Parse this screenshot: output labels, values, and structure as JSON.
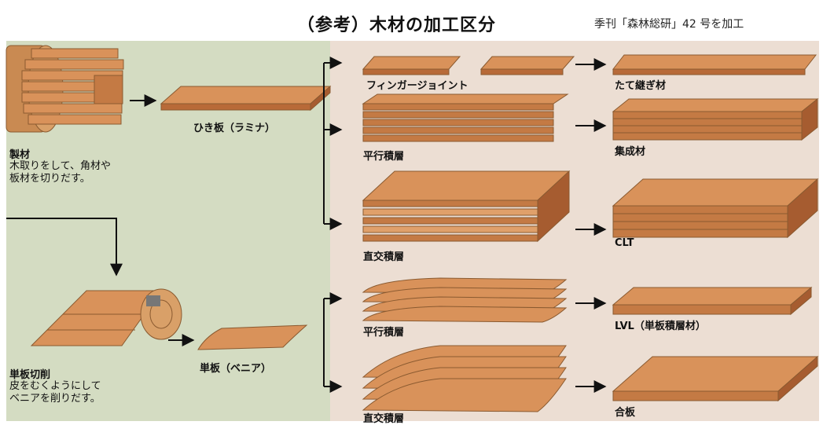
{
  "header": {
    "title": "（参考）木材の加工区分",
    "source": "季刊「森林総研」42 号を加工"
  },
  "left": {
    "sawing": {
      "name": "製材",
      "desc_line1": "木取りをして、角材や",
      "desc_line2": "板材を切りだす。"
    },
    "lamina_label": "ひき板（ラミナ）",
    "peeling": {
      "name": "単板切削",
      "desc_line1": "皮をむくようにして",
      "desc_line2": "ベニアを削りだす。"
    },
    "veneer_label": "単板（ベニア）"
  },
  "right": {
    "finger_joint": "フィンガージョイント",
    "end_jointed": "たて継ぎ材",
    "parallel_lamination_1": "平行積層",
    "glulam": "集成材",
    "cross_lamination_1": "直交積層",
    "clt": "CLT",
    "parallel_lamination_2": "平行積層",
    "lvl": "LVL（単板積層材）",
    "cross_lamination_2": "直交積層",
    "plywood": "合板"
  },
  "colors": {
    "left_bg": "#d4dcc2",
    "right_bg": "#ecded3",
    "wood_top": "#d9925a",
    "wood_side": "#b86a38",
    "wood_front": "#c47a44",
    "line": "#111111"
  }
}
